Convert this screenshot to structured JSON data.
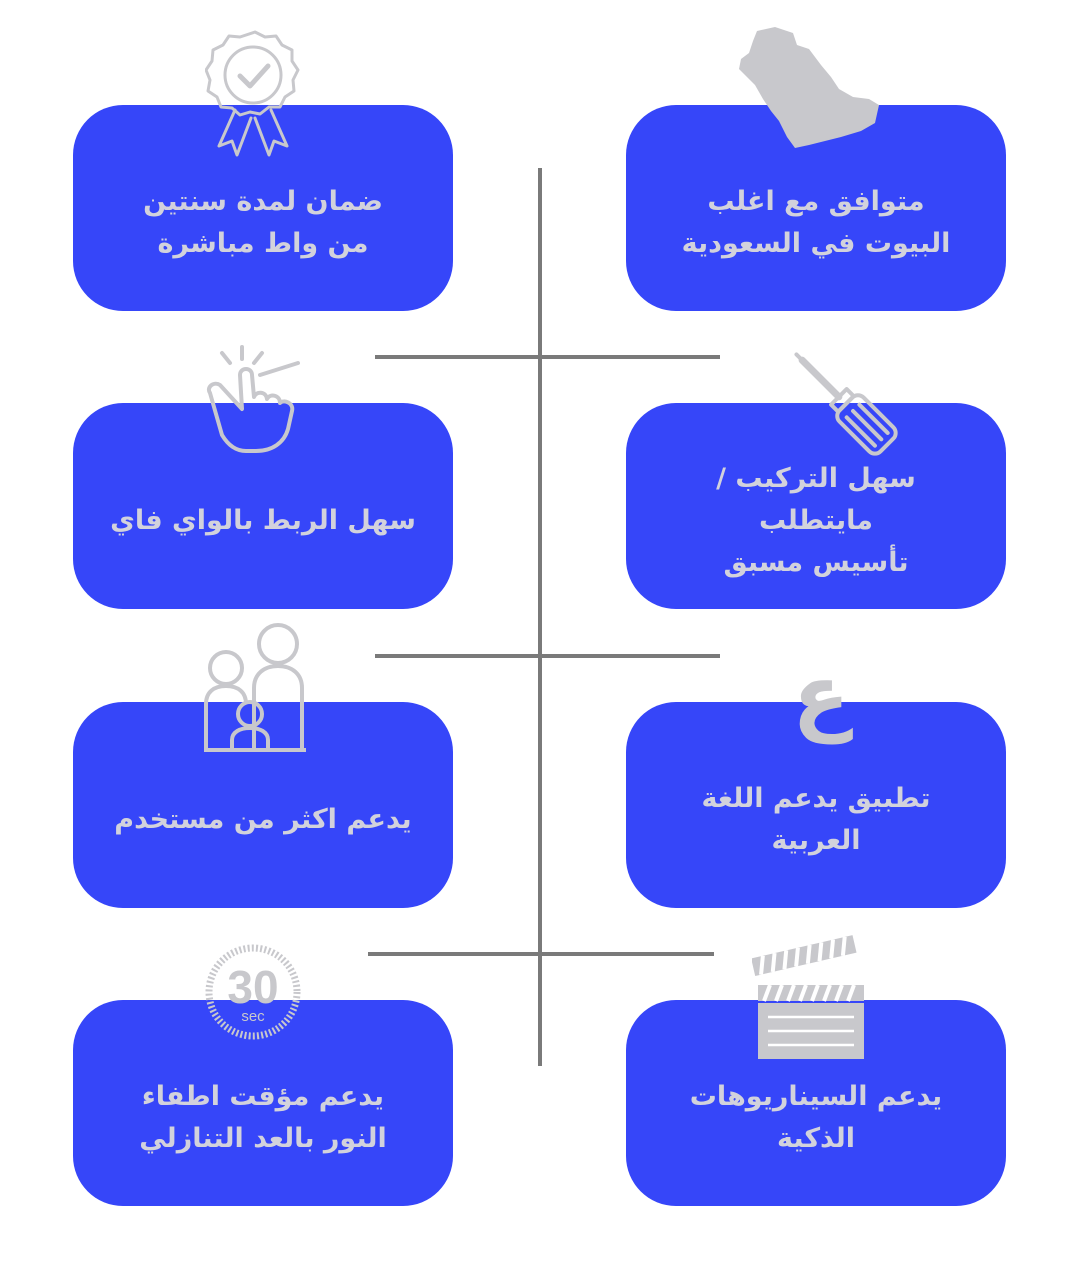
{
  "colors": {
    "card": "#3646f9",
    "text": "#d2d2dc",
    "icon": "#c8c8cc",
    "line": "#7a7a7a"
  },
  "features": [
    {
      "text": "متوافق مع اغلب\nالبيوت في السعودية",
      "icon": "saudi-map-icon"
    },
    {
      "text": "ضمان لمدة سنتين\nمن واط مباشرة",
      "icon": "award-badge-icon"
    },
    {
      "text": "سهل التركيب / مايتطلب\nتأسيس مسبق",
      "icon": "screwdriver-icon"
    },
    {
      "text": "سهل الربط بالواي فاي",
      "icon": "tap-hand-icon"
    },
    {
      "text": "تطبيق يدعم اللغة العربية",
      "icon": "arabic-letter-icon",
      "glyph": "ع"
    },
    {
      "text": "يدعم اكثر من مستخدم",
      "icon": "family-icon"
    },
    {
      "text": "يدعم السيناريوهات\nالذكية",
      "icon": "clapperboard-icon"
    },
    {
      "text": "يدعم مؤقت اطفاء\nالنور بالعد التنازلي",
      "icon": "timer-30-icon",
      "timer_value": "30",
      "timer_unit": "sec"
    }
  ]
}
